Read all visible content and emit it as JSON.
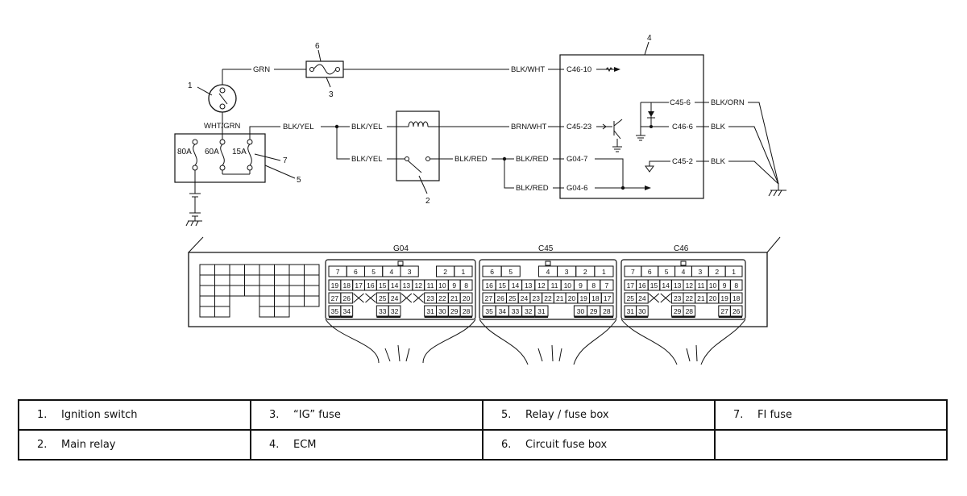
{
  "diagram": {
    "wires": {
      "grn": "GRN",
      "blk_wht": "BLK/WHT",
      "wht_grn": "WHT/GRN",
      "blk_yel_1": "BLK/YEL",
      "blk_yel_2": "BLK/YEL",
      "blk_yel_3": "BLK/YEL",
      "brn_wht": "BRN/WHT",
      "blk_red_1": "BLK/RED",
      "blk_red_2": "BLK/RED",
      "blk_red_3": "BLK/RED",
      "blk_orn": "BLK/ORN",
      "blk_1": "BLK",
      "blk_2": "BLK"
    },
    "terminals": {
      "c46_10": "C46-10",
      "c45_23": "C45-23",
      "g04_7": "G04-7",
      "g04_6": "G04-6",
      "c45_6": "C45-6",
      "c46_6": "C46-6",
      "c45_2": "C45-2"
    },
    "fuses": {
      "f80": "80A",
      "f60": "60A",
      "f15": "15A"
    },
    "callouts": {
      "c1": "1",
      "c2": "2",
      "c3": "3",
      "c4": "4",
      "c5": "5",
      "c6": "6",
      "c7": "7"
    },
    "connectors": {
      "g04": {
        "name": "G04",
        "row1": [
          "7",
          "6",
          "5",
          "4",
          "3",
          "",
          "2",
          "1"
        ],
        "row2": [
          "19",
          "18",
          "17",
          "16",
          "15",
          "14",
          "13",
          "12",
          "11",
          "10",
          "9",
          "8"
        ],
        "row3": [
          "27",
          "26",
          "",
          "",
          "25",
          "24",
          "",
          "",
          "23",
          "22",
          "21",
          "20"
        ],
        "row4": [
          "35",
          "34",
          "",
          "",
          "33",
          "32",
          "",
          "",
          "31",
          "30",
          "29",
          "28"
        ]
      },
      "c45": {
        "name": "C45",
        "row1": [
          "6",
          "5",
          "",
          "4",
          "3",
          "2",
          "1"
        ],
        "row2": [
          "16",
          "15",
          "14",
          "13",
          "12",
          "11",
          "10",
          "9",
          "8",
          "7"
        ],
        "row3": [
          "27",
          "26",
          "25",
          "24",
          "23",
          "22",
          "21",
          "20",
          "19",
          "18",
          "17"
        ],
        "row4": [
          "35",
          "34",
          "33",
          "32",
          "31",
          "",
          "",
          "30",
          "29",
          "28"
        ]
      },
      "c46": {
        "name": "C46",
        "row1": [
          "7",
          "6",
          "5",
          "4",
          "3",
          "2",
          "1"
        ],
        "row2": [
          "17",
          "16",
          "15",
          "14",
          "13",
          "12",
          "11",
          "10",
          "9",
          "8"
        ],
        "row3": [
          "25",
          "24",
          "",
          "",
          "23",
          "22",
          "21",
          "20",
          "19",
          "18"
        ],
        "row4": [
          "31",
          "30",
          "",
          "",
          "29",
          "28",
          "",
          "",
          "27",
          "26"
        ]
      }
    }
  },
  "legend": {
    "rows": [
      [
        {
          "num": "1.",
          "label": "Ignition switch"
        },
        {
          "num": "3.",
          "label": "“IG” fuse"
        },
        {
          "num": "5.",
          "label": "Relay / fuse box"
        },
        {
          "num": "7.",
          "label": "FI fuse"
        }
      ],
      [
        {
          "num": "2.",
          "label": "Main relay"
        },
        {
          "num": "4.",
          "label": "ECM"
        },
        {
          "num": "6.",
          "label": "Circuit fuse box"
        },
        {
          "num": "",
          "label": ""
        }
      ]
    ]
  }
}
